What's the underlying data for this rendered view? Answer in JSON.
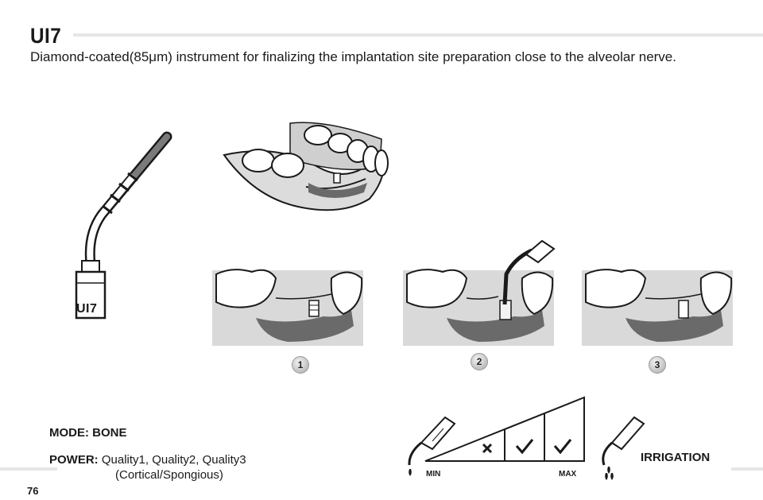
{
  "header": {
    "title": "UI7",
    "description": "Diamond-coated(85μm) instrument for finalizing the implantation site preparation close to the alveolar nerve."
  },
  "instrument": {
    "label": "UI7"
  },
  "steps": [
    {
      "number": "1"
    },
    {
      "number": "2"
    },
    {
      "number": "3"
    }
  ],
  "settings": {
    "mode_label": "MODE: BONE",
    "power_label": "POWER:",
    "power_value": "Quality1,  Quality2,  Quality3",
    "power_sub": "(Cortical/Spongious)",
    "scale_min": "MIN",
    "scale_max": "MAX",
    "irrigation_label": "IRRIGATION"
  },
  "footer": {
    "page_number": "76"
  },
  "colors": {
    "ink": "#1a1a1a",
    "gum": "#d9d9d9",
    "nerve": "#6a6a6a",
    "rule": "#e6e6e6"
  }
}
